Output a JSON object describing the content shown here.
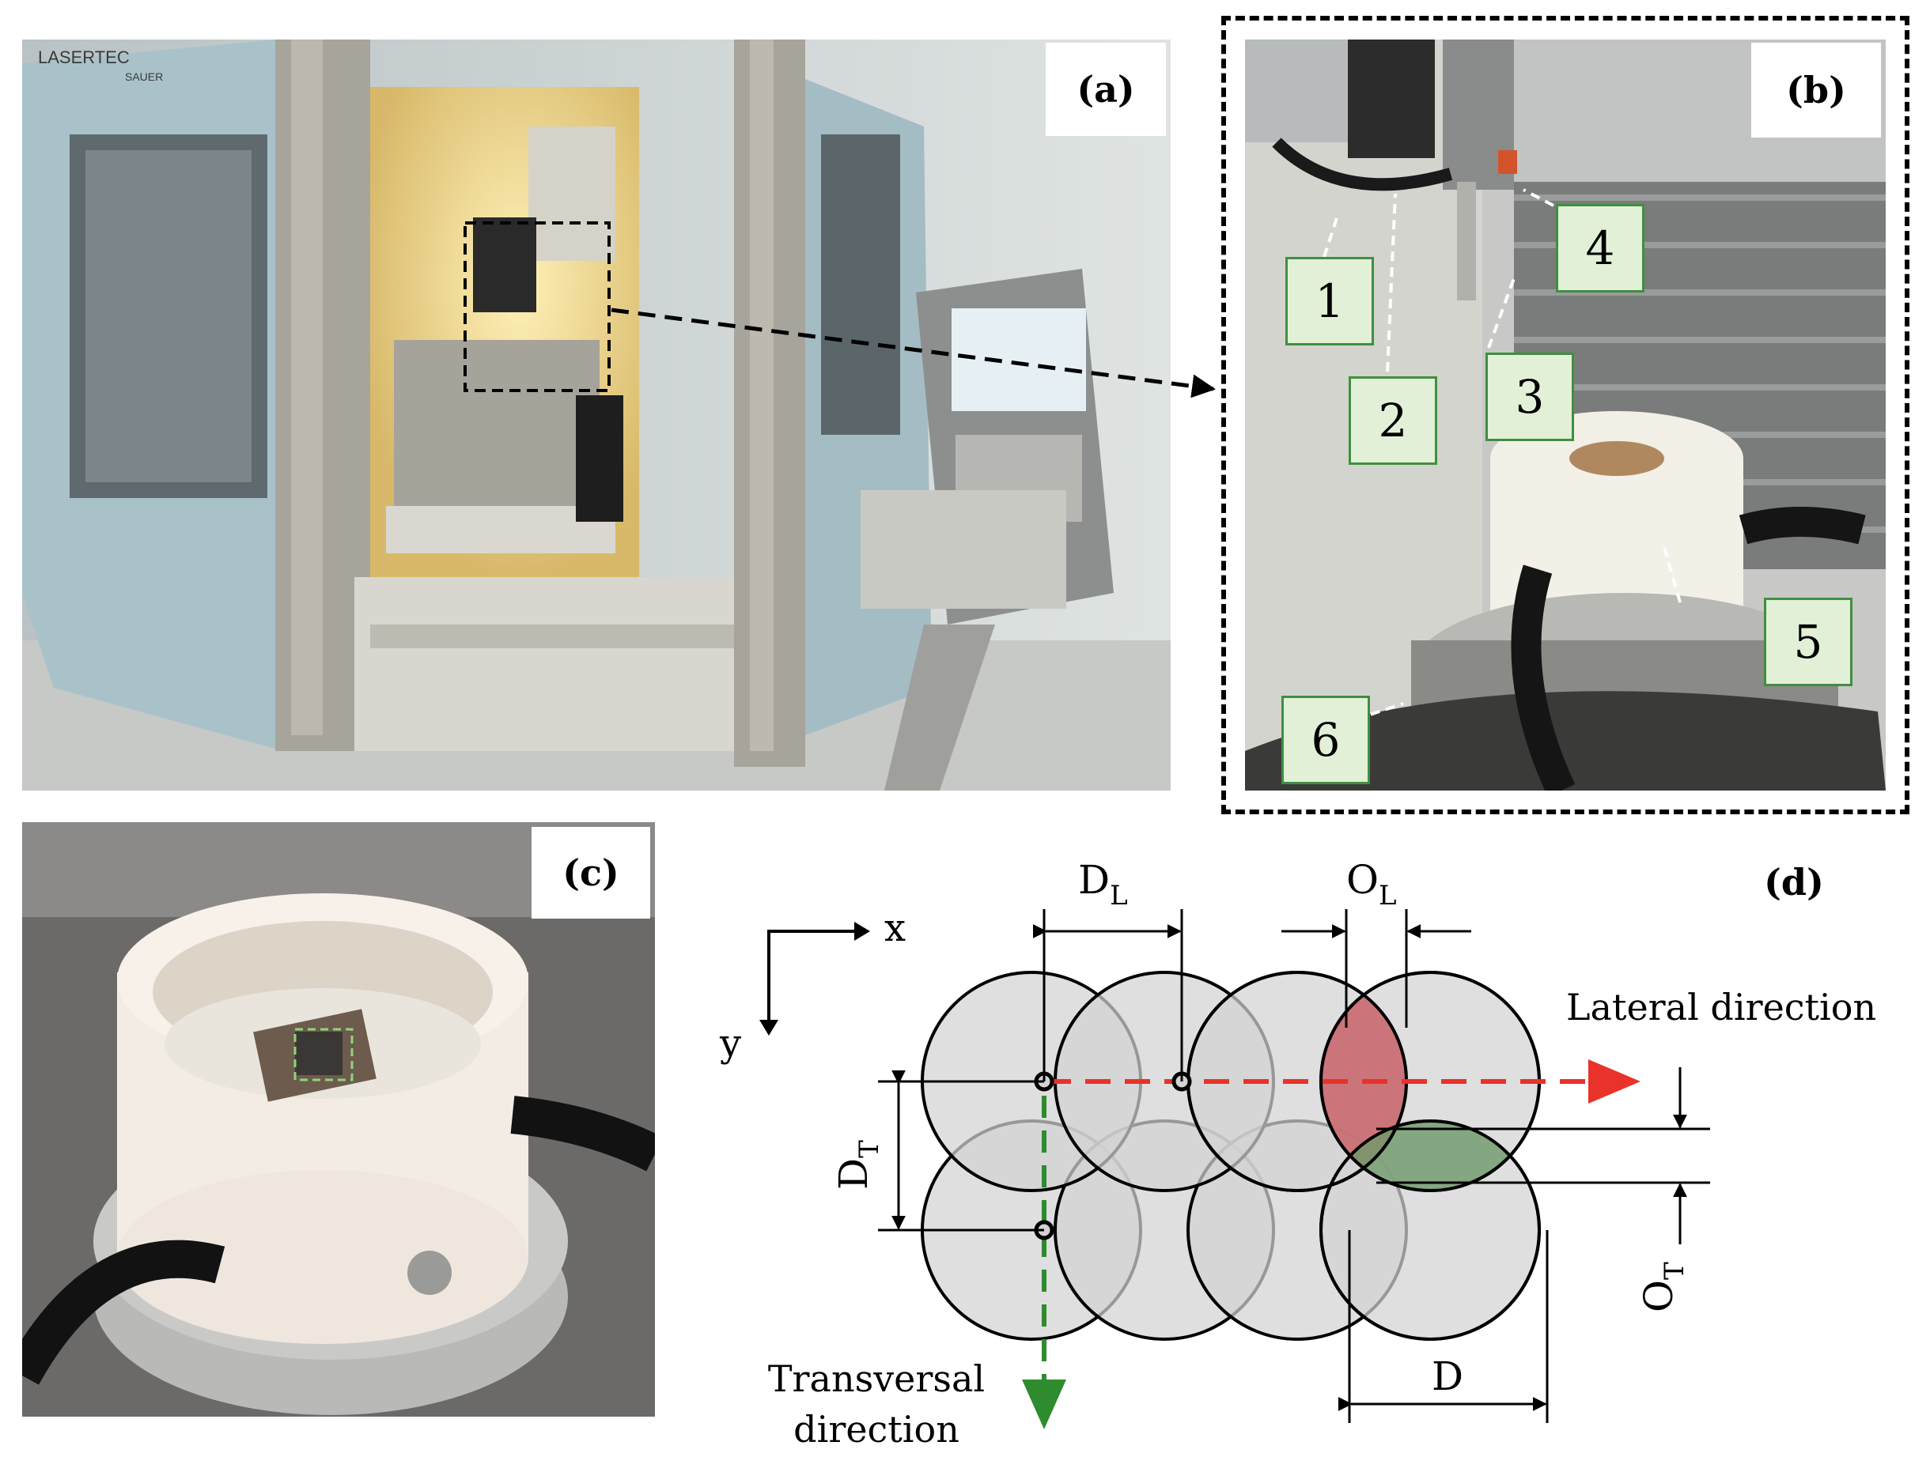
{
  "panels": {
    "a": {
      "label": "(a)",
      "machine_brand": "LASERTEC",
      "machine_sub": "SAUER"
    },
    "b": {
      "label": "(b)",
      "callouts": [
        "1",
        "2",
        "3",
        "4",
        "5",
        "6"
      ]
    },
    "c": {
      "label": "(c)"
    },
    "d": {
      "label": "(d)",
      "axis_x": "x",
      "axis_y": "y",
      "dl": "D",
      "dl_sub": "L",
      "ol": "O",
      "ol_sub": "L",
      "dt": "D",
      "dt_sub": "T",
      "ot": "O",
      "ot_sub": "T",
      "d": "D",
      "lateral": "Lateral direction",
      "transversal_line1": "Transversal",
      "transversal_line2": "direction"
    }
  },
  "colors": {
    "callout_fill": "#e2f0d8",
    "callout_border": "#3f8f3f",
    "lateral_arrow": "#e8322a",
    "transversal_arrow": "#2e8b2e",
    "overlap_lateral": "#c9646a",
    "overlap_transversal": "#6f9a6a",
    "spot_fill": "#d3d3d3"
  }
}
